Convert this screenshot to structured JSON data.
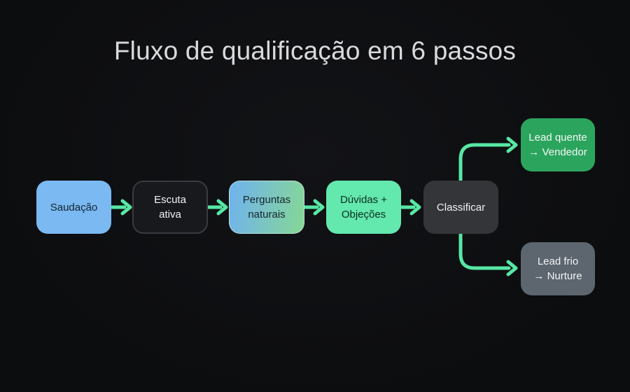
{
  "page": {
    "title": "Fluxo de qualificação em 6 passos",
    "title_color": "#d9dadb",
    "background": "#0e0f11"
  },
  "flow": {
    "arrow_color": "#57e7a4",
    "steps": [
      {
        "name": "saudacao",
        "lines": [
          "Saudação"
        ],
        "bg": "#7ab9f2",
        "text_color": "#14222f"
      },
      {
        "name": "escuta-ativa",
        "lines": [
          "Escuta",
          "ativa"
        ],
        "bg": "#18191c",
        "border": "#3a3b41",
        "text_color": "#f2f3f4"
      },
      {
        "name": "perguntas-naturais",
        "lines": [
          "Perguntas",
          "naturais"
        ],
        "gradient_from": "#6fb2f0",
        "gradient_to": "#86d795",
        "text_color": "#16242d"
      },
      {
        "name": "duvidas-objecoes",
        "lines": [
          "Dúvidas +",
          "Objeções"
        ],
        "bg": "#63e8ae",
        "text_color": "#0d2e21"
      },
      {
        "name": "classificar",
        "lines": [
          "Classificar"
        ],
        "bg": "#343539",
        "text_color": "#f2f3f4"
      }
    ],
    "outcomes": [
      {
        "name": "lead-quente-vendedor",
        "lines": [
          "Lead quente",
          "→ Vendedor"
        ],
        "bg": "#2ba55e",
        "text_color": "#f4f6f5"
      },
      {
        "name": "lead-frio-nurture",
        "lines": [
          "Lead frio",
          "→ Nurture"
        ],
        "bg": "#5d656f",
        "text_color": "#f2f4f5"
      }
    ]
  }
}
